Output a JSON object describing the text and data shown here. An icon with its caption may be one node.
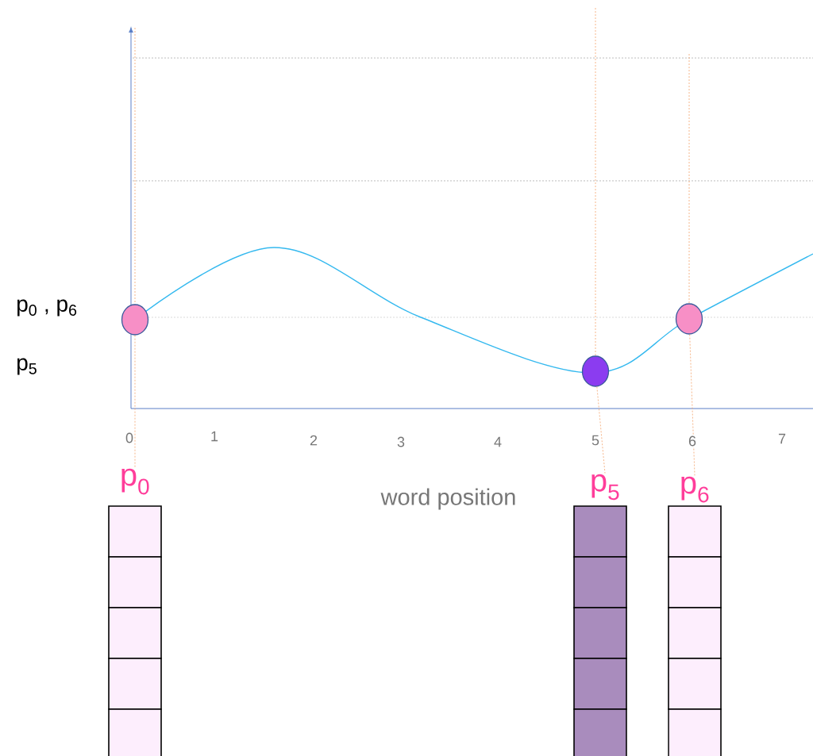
{
  "diagram": {
    "nodes": [
      {
        "text": [],
        "shape": "circle"
      },
      {
        "text": [],
        "shape": "circle"
      },
      {
        "text": [],
        "shape": "circle"
      },
      {
        "text": [
          "p$_{0}$"
        ]
      },
      {
        "text": [
          "p$_{5}$"
        ]
      },
      {
        "text": [
          "p$_{6}$"
        ]
      }
    ],
    "edges": [
      {
        "from": 0,
        "to": 3,
        "arrow": "none",
        "style": "dashed",
        "color": "#f4a36c"
      },
      {
        "from": 1,
        "to": 4,
        "arrow": "none",
        "style": "dashed",
        "color": "#f4a36c"
      },
      {
        "from": 2,
        "to": 5,
        "arrow": "none",
        "style": "dashed",
        "color": "#f4a36c"
      }
    ],
    "labels": [
      "p$_{0}$ ,  p$_{6}$",
      "p$_{5}$",
      "0",
      "1",
      "2",
      "3",
      "4",
      "5",
      "6",
      "7",
      "word position"
    ]
  }
}
